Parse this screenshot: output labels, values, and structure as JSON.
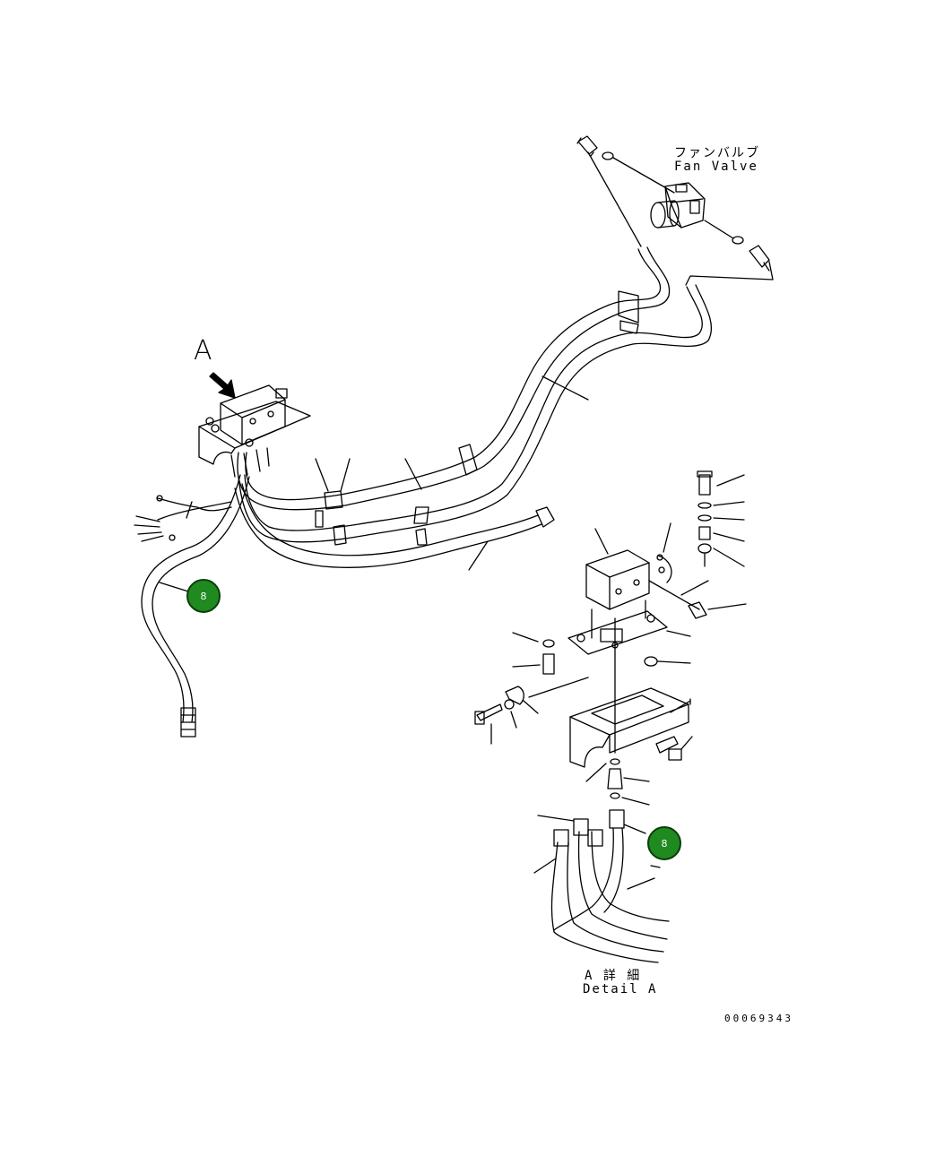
{
  "labels": {
    "fan_valve_jp": "ファンバルブ",
    "fan_valve_en": "Fan Valve",
    "view_marker": "A",
    "detail_jp": "A 詳 細",
    "detail_en": "Detail A",
    "drawing_number": "00069343"
  },
  "callouts": [
    {
      "number": "8"
    },
    {
      "number": "8"
    }
  ],
  "colors": {
    "callout_fill": "#1f8a1f",
    "line": "#000000"
  }
}
